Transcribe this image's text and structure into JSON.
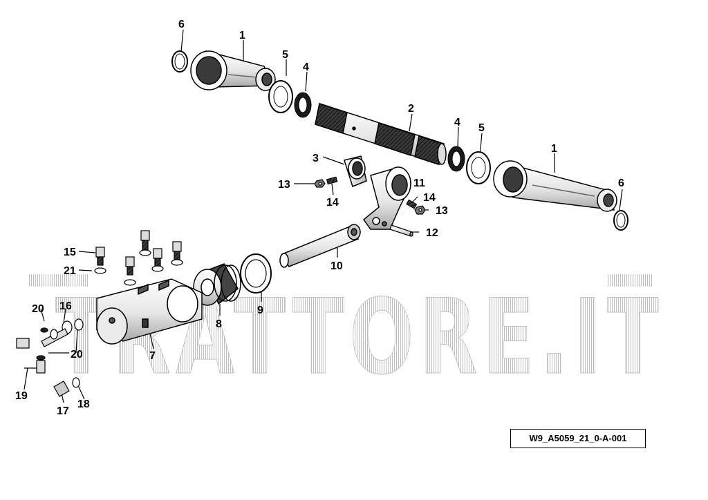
{
  "watermark": {
    "text": "TRATTORE.IT",
    "color": "#c8c8c8"
  },
  "reference_code": "W9_A5059_21_0-A-001",
  "callouts": [
    "1",
    "2",
    "3",
    "4",
    "5",
    "6",
    "7",
    "8",
    "9",
    "10",
    "11",
    "12",
    "13",
    "14",
    "15",
    "16",
    "17",
    "18",
    "19",
    "20",
    "21"
  ],
  "colors": {
    "line": "#000000",
    "paper": "#ffffff",
    "shade": "#b0b0b0",
    "dark": "#2a2a2a"
  }
}
